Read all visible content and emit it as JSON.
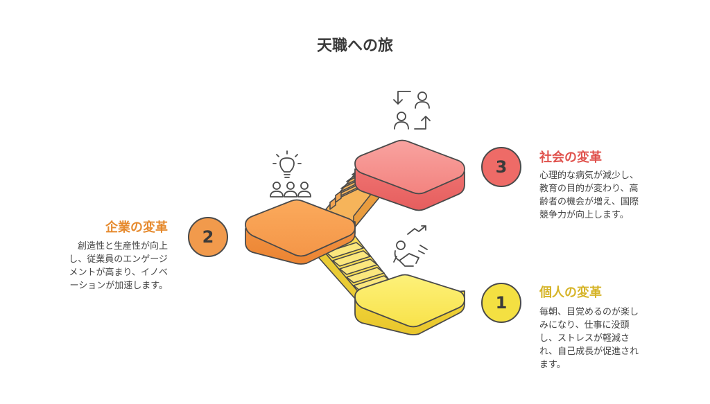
{
  "title": "天職への旅",
  "steps": [
    {
      "number": "1",
      "heading": "個人の変革",
      "lines": [
        "毎朝、目覚めるのが楽し",
        "みになり、仕事に没頭",
        "し、ストレスが軽減さ",
        "れ、自己成長が促進され",
        "ます。"
      ],
      "color": "#E6C63A"
    },
    {
      "number": "2",
      "heading": "企業の変革",
      "lines": [
        "創造性と生産性が向上",
        "し、従業員のエンゲージ",
        "メントが高まり、イノベ",
        "ーションが加速します。"
      ],
      "color": "#E68A2E"
    },
    {
      "number": "3",
      "heading": "社会の変革",
      "lines": [
        "心理的な病気が減少し、",
        "教育の目的が変わり、高",
        "齢者の機会が増え、国際",
        "競争力が向上します。"
      ],
      "color": "#E0534E"
    }
  ],
  "icons": {
    "step1": "running-person-growth-icon",
    "step2": "lightbulb-team-icon",
    "step3": "people-exchange-icon"
  }
}
